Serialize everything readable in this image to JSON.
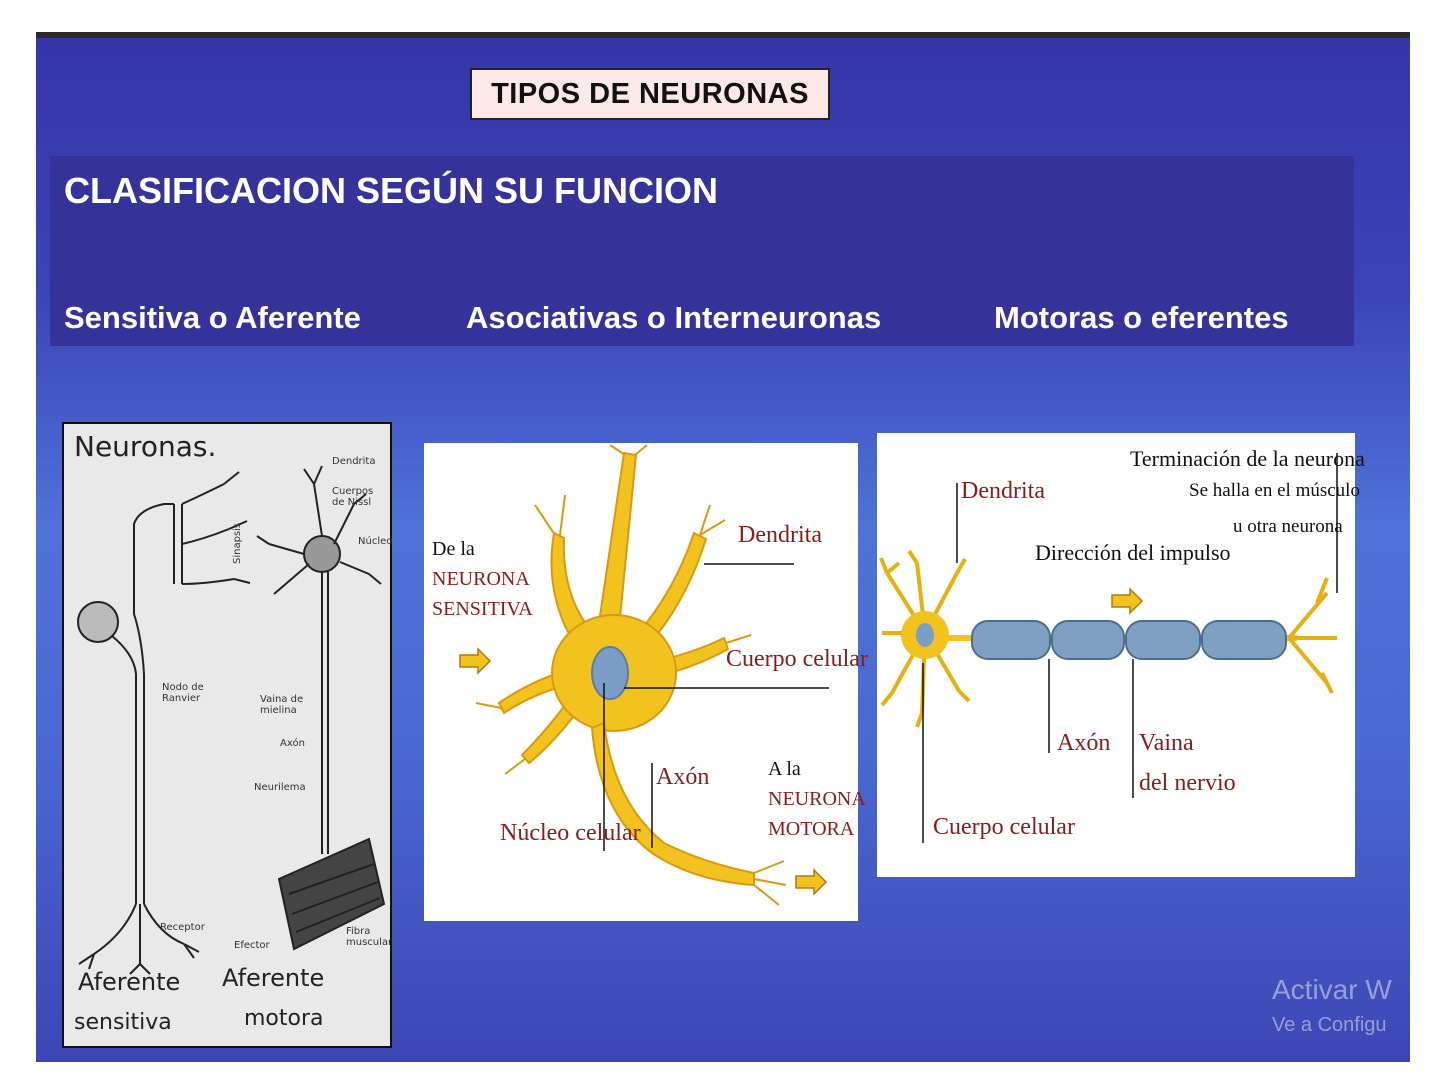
{
  "slide": {
    "title": "TIPOS DE NEURONAS",
    "heading": "CLASIFICACION SEGÚN SU FUNCION",
    "categories": [
      "Sensitiva o Aferente",
      "Asociativas o Interneuronas",
      "Motoras o eferentes"
    ]
  },
  "figure_left": {
    "title": "Neuronas.",
    "labels": {
      "dendrita": "Dendrita",
      "cuerpos_nissl": "Cuerpos de Nissl",
      "nucleo": "Núcleo",
      "sinapsis": "Sinapsis",
      "nodo": "Nodo de Ranvier",
      "vaina": "Vaina de mielina",
      "axon": "Axón",
      "neurilema": "Neurilema",
      "receptor": "Receptor",
      "efector": "Efector",
      "fibra": "Fibra muscular"
    },
    "caption_left_1": "Aferente",
    "caption_left_2": "sensitiva",
    "caption_right_1": "Aferente",
    "caption_right_2": "motora"
  },
  "figure_middle": {
    "de_la": "De la",
    "neurona_sensitiva_1": "NEURONA",
    "neurona_sensitiva_2": "SENSITIVA",
    "dendrita": "Dendrita",
    "cuerpo_celular": "Cuerpo celular",
    "axon": "Axón",
    "nucleo_celular": "Núcleo celular",
    "a_la": "A la",
    "neurona_motora_1": "NEURONA",
    "neurona_motora_2": "MOTORA"
  },
  "figure_right": {
    "terminacion": "Terminación de la neurona",
    "se_halla": "Se halla en el músculo",
    "u_otra": "u otra neurona",
    "dendrita": "Dendrita",
    "direccion": "Dirección del impulso",
    "axon": "Axón",
    "vaina_1": "Vaina",
    "vaina_2": "del nervio",
    "cuerpo_celular": "Cuerpo celular"
  },
  "watermark": {
    "line1": "Activar W",
    "line2": "Ve a Configu"
  },
  "colors": {
    "band": "#35339a",
    "title_box": "#fde8e8",
    "neuron_yellow": "#f2c21e",
    "label_red": "#8b1a1a"
  }
}
